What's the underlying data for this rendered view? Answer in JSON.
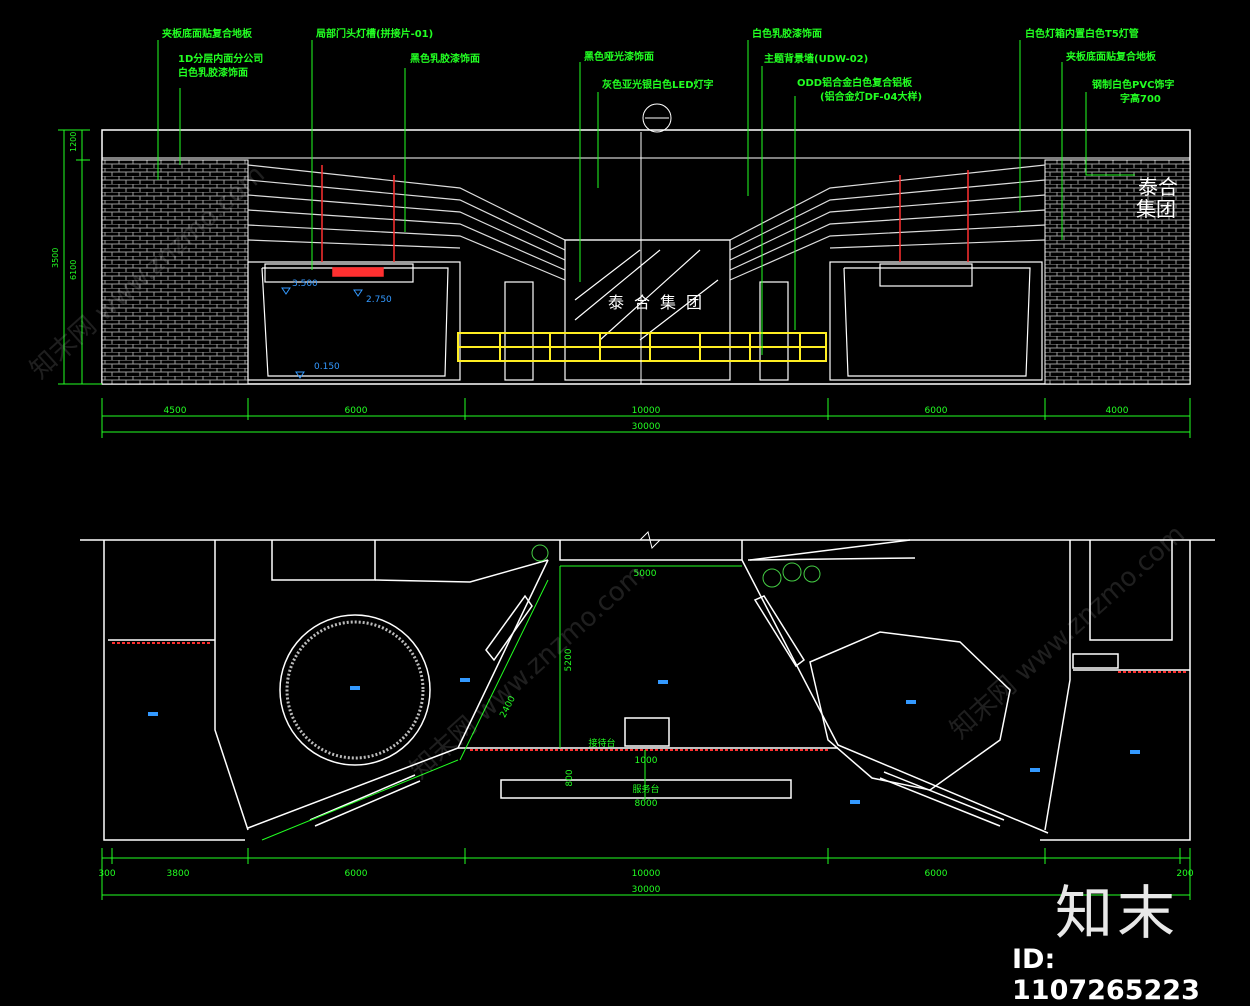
{
  "elevation": {
    "annotations": [
      "夹板底面贴复合地板",
      "1D分层内面分公司",
      "白色乳胶漆饰面",
      "局部门头灯槽(拼接片-01)",
      "黑色乳胶漆饰面",
      "黑色哑光漆饰面",
      "灰色亚光银白色LED灯字",
      "白色乳胶漆饰面",
      "主题背景墙(UDW-02)",
      "ODD铝合金白色复合铝板",
      "(铝合金灯DF-04大样)",
      "白色灯箱内置白色T5灯管",
      "夹板底面贴复合地板",
      "钢制白色PVC饰字",
      "字高700"
    ],
    "brand_text": "泰合集团",
    "brand_right_line1": "泰合",
    "brand_right_line2": "集团",
    "levels": [
      "3.500",
      "2.750",
      "0.150"
    ],
    "vertical_dims": [
      "1200",
      "6100",
      "3500"
    ],
    "dims": [
      "4500",
      "6000",
      "10000",
      "6000",
      "4000"
    ],
    "total": "30000"
  },
  "plan": {
    "dim_labels": [
      "5000",
      "5200",
      "2400",
      "1000",
      "800"
    ],
    "reception_label": "接待台",
    "stage_label": "服务台",
    "stage_dim": "8000",
    "dims": [
      "300",
      "3800",
      "6000",
      "10000",
      "6000",
      "200"
    ],
    "total": "30000"
  },
  "watermark": "知末网 www.znzmo.com",
  "logo": "知末",
  "id_label": "ID: 1107265223",
  "colors": {
    "line": "#ffffff",
    "dim": "#22ff22",
    "yellow": "#ffee22",
    "red": "#ff3030",
    "blue": "#3399ff"
  }
}
